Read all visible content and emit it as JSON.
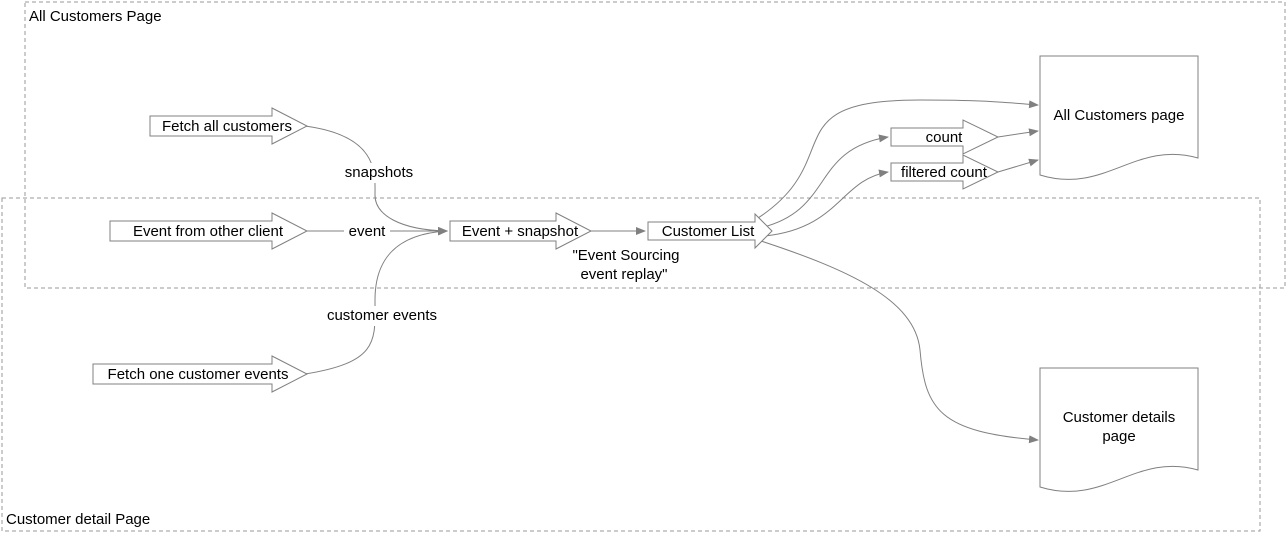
{
  "groups": {
    "all_customers": "All Customers Page",
    "customer_detail": "Customer detail Page"
  },
  "nodes": {
    "fetch_all": "Fetch all customers",
    "event_other": "Event from other client",
    "fetch_one": "Fetch one customer events",
    "event_snapshot": "Event + snapshot",
    "customer_list": "Customer List",
    "count": "count",
    "filtered_count": "filtered count",
    "all_customers_page": "All Customers page",
    "customer_details_page_line1": "Customer details",
    "customer_details_page_line2": "page"
  },
  "edge_labels": {
    "snapshots": "snapshots",
    "event": "event",
    "customer_events": "customer events",
    "replay_line1": "\"Event Sourcing",
    "replay_line2": "event replay\""
  },
  "colors": {
    "stroke": "#808080",
    "dash": "#999999",
    "fill": "#ffffff"
  }
}
